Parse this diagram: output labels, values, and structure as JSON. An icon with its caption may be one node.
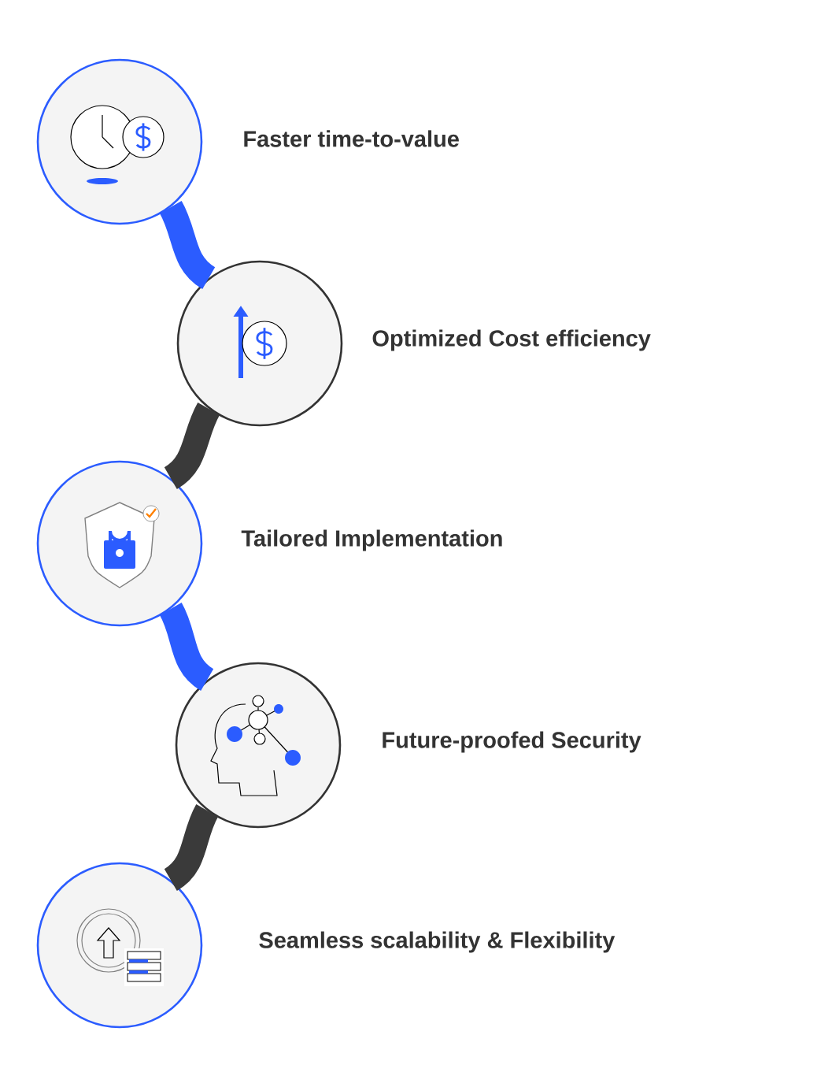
{
  "diagram": {
    "nodes": [
      {
        "text": [
          "Faster time-to-value"
        ]
      },
      {
        "text": [
          "Optimized Cost efficiency"
        ]
      },
      {
        "text": [
          "Tailored Implementation"
        ]
      },
      {
        "text": [
          "Future-proofed Security"
        ]
      },
      {
        "text": [
          "Seamless scalability & Flexibility"
        ]
      }
    ],
    "edges": [
      {
        "from": 0,
        "to": 1,
        "arrow": "none",
        "color": "#2b5cff"
      },
      {
        "from": 1,
        "to": 2,
        "arrow": "none",
        "color": "#3a3a3a"
      },
      {
        "from": 2,
        "to": 3,
        "arrow": "none",
        "color": "#2b5cff"
      },
      {
        "from": 3,
        "to": 4,
        "arrow": "none",
        "color": "#3a3a3a"
      }
    ]
  }
}
